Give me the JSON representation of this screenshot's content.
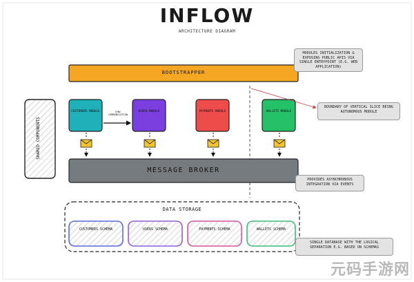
{
  "title": "INFLOW",
  "subtitle": "ARCHITECTURE DIAGRAM",
  "bootstrapper": {
    "label": "BOOTSTRAPPER",
    "color": "#f5a623"
  },
  "shared": {
    "label": "SHARED COMPONENTS"
  },
  "modules": [
    {
      "name": "CUSTOMERS MODULE",
      "color": "#1fb0b9"
    },
    {
      "name": "USERS MODULE",
      "color": "#7b3fe0"
    },
    {
      "name": "PAYMENTS MODULE",
      "color": "#ee4b4b"
    },
    {
      "name": "WALLETS MODULE",
      "color": "#24c168"
    }
  ],
  "sync_label": "SYNC COMMUNICATION",
  "message_broker": {
    "label": "MESSAGE BROKER",
    "color": "#767b80"
  },
  "data_storage": {
    "label": "DATA STORAGE",
    "schemas": [
      {
        "name": "CUSTOMERS SCHEMA",
        "color": "#5a6bd8"
      },
      {
        "name": "USERS SCHEMA",
        "color": "#8d5fd8"
      },
      {
        "name": "PAYMENTS SCHEMA",
        "color": "#d6559c"
      },
      {
        "name": "WALLETS SCHEMA",
        "color": "#3dbb7a"
      }
    ]
  },
  "notes": [
    {
      "text": "MODULES INITIALIZATION & EXPOSING PUBLIC APIS VIA SINGLE ENTRYPOINT (E.G. WEB APPLICATION)"
    },
    {
      "text": "BOUNDARY OF VERTICAL SLICE BEING AUTONOMOUS MODULE"
    },
    {
      "text": "PROVIDES ASYNCHRONOUS INTEGRATION VIA EVENTS"
    },
    {
      "text": "SINGLE DATABASE WITH THE LOGICAL SEPARATION E.G. BASED ON SCHEMAS"
    }
  ],
  "watermark": "元码手游网"
}
